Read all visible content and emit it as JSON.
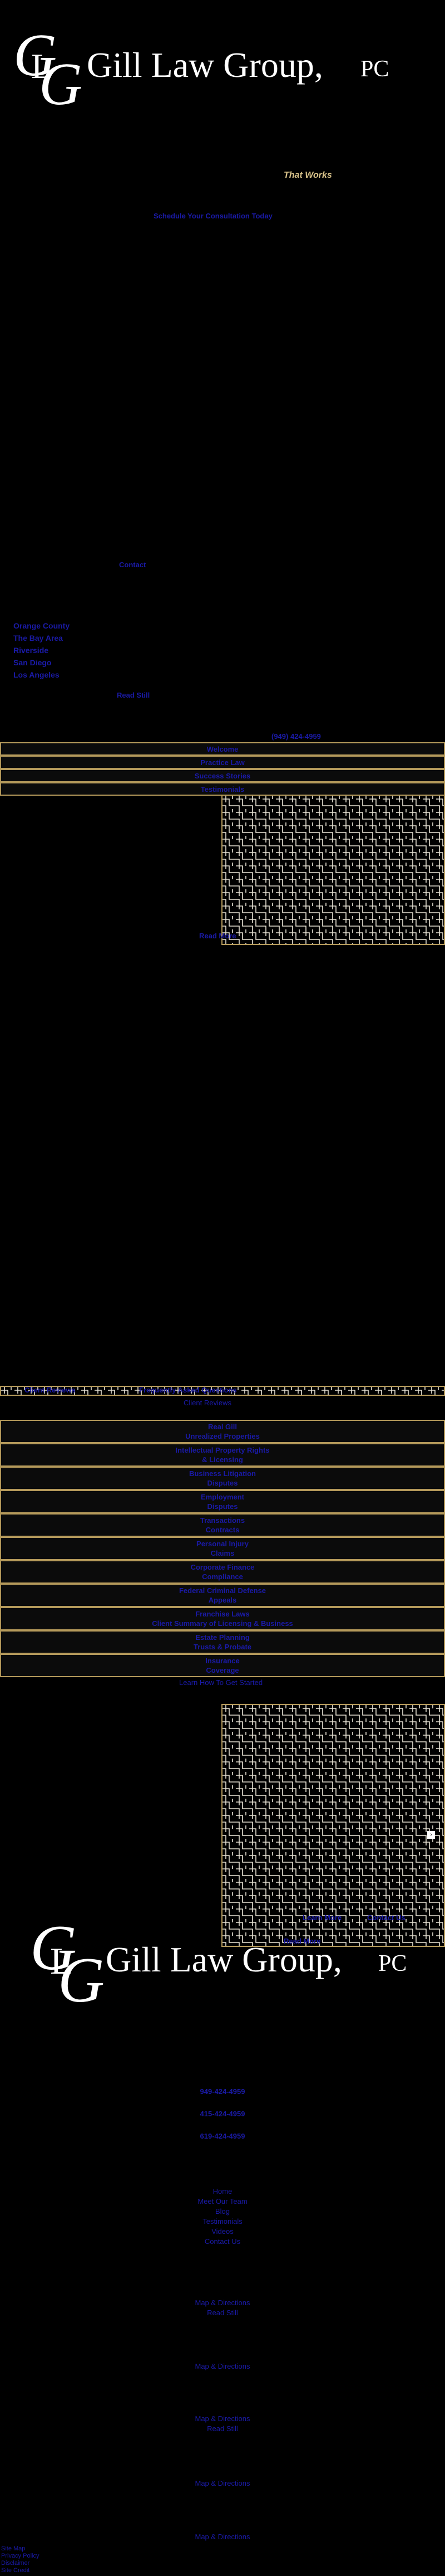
{
  "header": {
    "logo_letters": "GLG",
    "firm_name": "Gill Law Group,",
    "firm_suffix": "PC",
    "tagline": "That Works",
    "cta": "Schedule Your Consultation Today"
  },
  "hero": {
    "link": "Contact"
  },
  "locations": {
    "items": [
      "Orange County",
      "The Bay Area",
      "Riverside",
      "San Diego",
      "Los Angeles"
    ],
    "more": "Read Still"
  },
  "phone_top": "(949) 424-4959",
  "nav": {
    "items": [
      "Welcome",
      "Practice Law",
      "Success Stories",
      "Testimonials"
    ]
  },
  "mid_link": "Read More",
  "divider_links": [
    "Client Reviews",
    "Frequently Asked Questions"
  ],
  "divider_sub": "Client Reviews",
  "practice_areas": [
    {
      "lines": [
        "Real Gill",
        "Unrealized Properties"
      ]
    },
    {
      "lines": [
        "Intellectual Property Rights",
        "& Licensing"
      ]
    },
    {
      "lines": [
        "Business Litigation",
        "Disputes"
      ]
    },
    {
      "lines": [
        "Employment",
        "Disputes"
      ]
    },
    {
      "lines": [
        "Transactions",
        "Contracts"
      ]
    },
    {
      "lines": [
        "Personal Injury",
        "Claims"
      ]
    },
    {
      "lines": [
        "Corporate Finance",
        "Compliance"
      ]
    },
    {
      "lines": [
        "Federal Criminal Defense",
        "Appeals"
      ]
    },
    {
      "lines": [
        "Franchise Laws",
        "Client Summary of Licensing & Business"
      ]
    },
    {
      "lines": [
        "Estate Planning",
        "Trusts & Probate"
      ]
    },
    {
      "lines": [
        "Insurance",
        "Coverage"
      ]
    }
  ],
  "after_areas": "Learn How To Get Started",
  "maze_links": [
    "Learn More",
    "Contact Us"
  ],
  "maze_footer": "Read More",
  "footer": {
    "logo_letters": "GLG",
    "firm_name": "Gill Law Group,",
    "firm_suffix": "PC",
    "phones": [
      "949-424-4959",
      "415-424-4959",
      "619-424-4959"
    ],
    "links": [
      "Home",
      "Meet Our Team",
      "Blog",
      "Testimonials",
      "Videos",
      "Contact Us"
    ],
    "offices": [
      {
        "lines": [
          "Map & Directions",
          "Read Still"
        ]
      },
      {
        "lines": [
          "Map & Directions"
        ]
      },
      {
        "lines": [
          "Map & Directions",
          "Read Still"
        ]
      },
      {
        "lines": [
          "Map & Directions"
        ]
      },
      {
        "lines": [
          "Map & Directions"
        ]
      }
    ],
    "bottom_links": [
      "Site Map",
      "Privacy Policy",
      "Disclaimer",
      "Site Credit"
    ]
  },
  "colors": {
    "background": "#000000",
    "link": "#1a1aa6",
    "accent_border": "#b59a5b",
    "logo": "#ffffff"
  }
}
